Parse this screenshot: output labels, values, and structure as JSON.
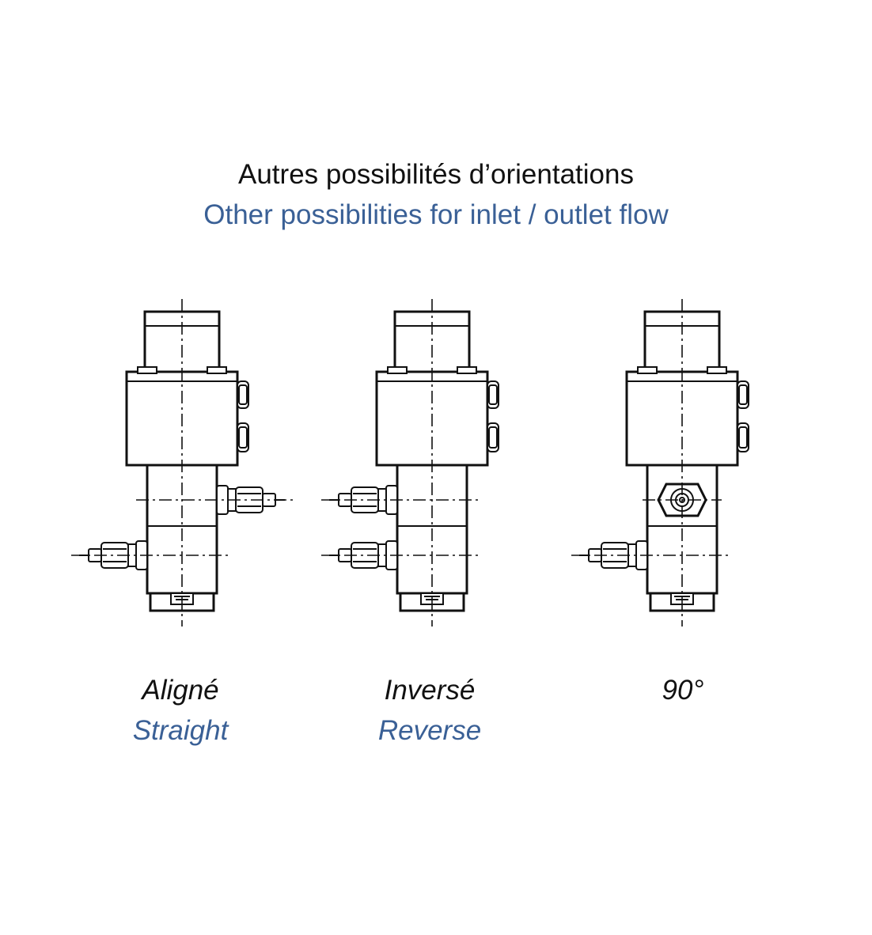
{
  "header": {
    "title_fr": "Autres possibilités d’orientations",
    "title_en": "Other possibilities for inlet / outlet flow"
  },
  "variants": [
    {
      "label_fr": "Aligné",
      "label_en": "Straight"
    },
    {
      "label_fr": "Inversé",
      "label_en": "Reverse"
    },
    {
      "label_fr": "90°",
      "label_en": ""
    }
  ],
  "colors": {
    "text": "#111111",
    "accent": "#3a6096",
    "background": "#ffffff"
  }
}
